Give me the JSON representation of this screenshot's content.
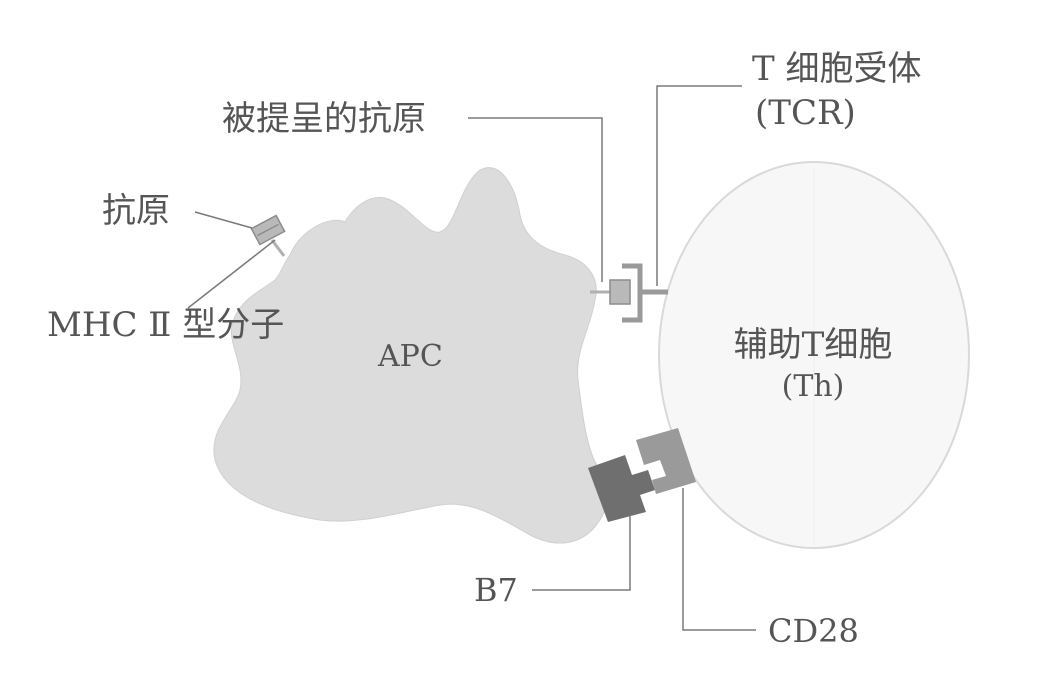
{
  "labels": {
    "antigen": "抗原",
    "mhc2": "MHC Ⅱ 型分子",
    "presented_antigen": "被提呈的抗原",
    "tcr_line1": "T 细胞受体",
    "tcr_line2": "(TCR)",
    "apc": "APC",
    "th_line1": "辅助T细胞",
    "th_line2": "(Th)",
    "b7": "B7",
    "cd28": "CD28"
  },
  "colors": {
    "apc_fill": "#dcdcdc",
    "th_fill": "#f7f7f7",
    "th_stroke": "#d9d9d9",
    "text": "#555555",
    "leader": "#7a7a7a",
    "b7_fill": "#6f6f6f",
    "cd28_fill": "#9a9a9a",
    "antigen_fill": "#b9b9b9"
  }
}
